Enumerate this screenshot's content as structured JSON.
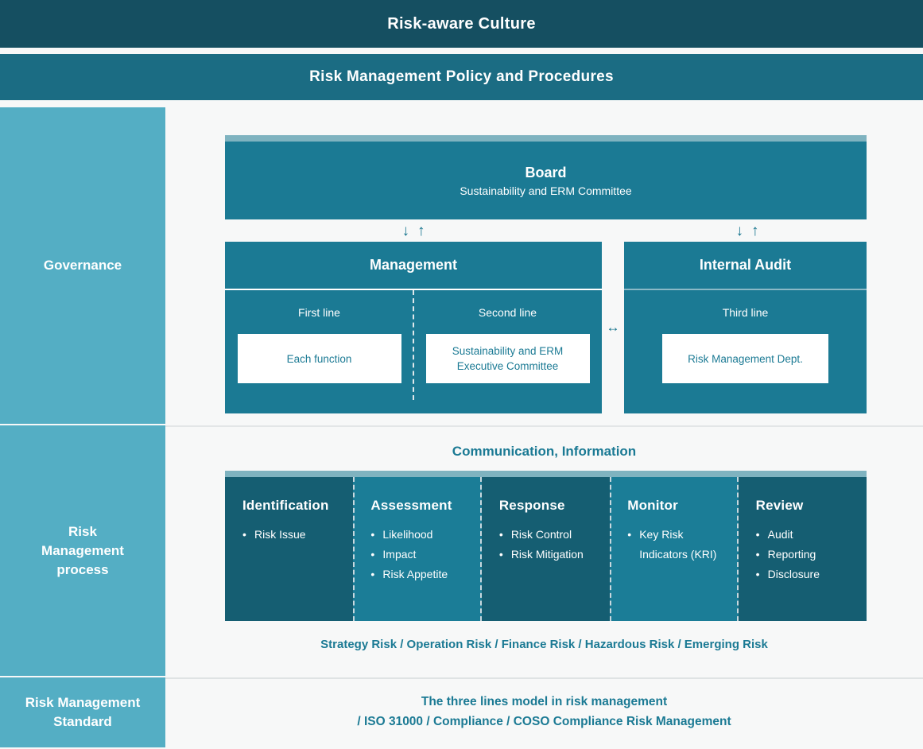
{
  "banners": {
    "culture": "Risk-aware Culture",
    "policy": "Risk Management Policy and Procedures"
  },
  "rails": {
    "governance": "Governance",
    "process": "Risk\nManagement\nprocess",
    "standard": "Risk Management\nStandard"
  },
  "governance": {
    "board": {
      "title": "Board",
      "subtitle": "Sustainability and ERM Committee"
    },
    "arrow_down": "↓",
    "arrow_up": "↑",
    "arrow_bidirectional": "↔",
    "management": {
      "title": "Management",
      "columns": [
        {
          "label": "First line",
          "box": "Each function"
        },
        {
          "label": "Second line",
          "box": "Sustainability and ERM\nExecutive Committee"
        }
      ]
    },
    "internal_audit": {
      "title": "Internal Audit",
      "columns": [
        {
          "label": "Third line",
          "box": "Risk Management Dept."
        }
      ]
    }
  },
  "process": {
    "communication_label": "Communication, Information",
    "columns": [
      {
        "title": "Identification",
        "items": [
          "Risk Issue"
        ],
        "shade": "dark"
      },
      {
        "title": "Assessment",
        "items": [
          "Likelihood",
          "Impact",
          "Risk Appetite"
        ],
        "shade": "light"
      },
      {
        "title": "Response",
        "items": [
          "Risk Control",
          "Risk Mitigation"
        ],
        "shade": "dark"
      },
      {
        "title": "Monitor",
        "items": [
          "Key Risk Indicators (KRI)"
        ],
        "shade": "light"
      },
      {
        "title": "Review",
        "items": [
          "Audit",
          "Reporting",
          "Disclosure"
        ],
        "shade": "dark"
      }
    ],
    "risk_types": "Strategy Risk / Operation Risk / Finance Risk / Hazardous Risk / Emerging Risk"
  },
  "standard": {
    "line1": "The three lines model in risk management",
    "line2": "/ ISO 31000 / Compliance / COSO Compliance Risk Management"
  },
  "colors": {
    "dark_header": "#154f61",
    "policy_header": "#1b6c83",
    "rail": "#54aec4",
    "box": "#1b7a94",
    "strip": "#7fb3c0",
    "process_dark": "#155e72",
    "process_light": "#1b7d97",
    "page_bg": "#f7f8f8"
  }
}
